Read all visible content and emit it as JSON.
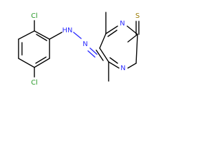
{
  "molecule": {
    "atoms": {
      "cl_top": "Cl",
      "cl_bottom": "Cl",
      "hn": "HN",
      "n_azo": "N",
      "n_ring_top": "N",
      "n_ring_bottom": "N",
      "s": "S"
    }
  },
  "colors": {
    "bond": "#000000",
    "nitrogen": "#2a2aff",
    "chlorine": "#2a9a2a",
    "sulfur": "#9a7a00"
  }
}
